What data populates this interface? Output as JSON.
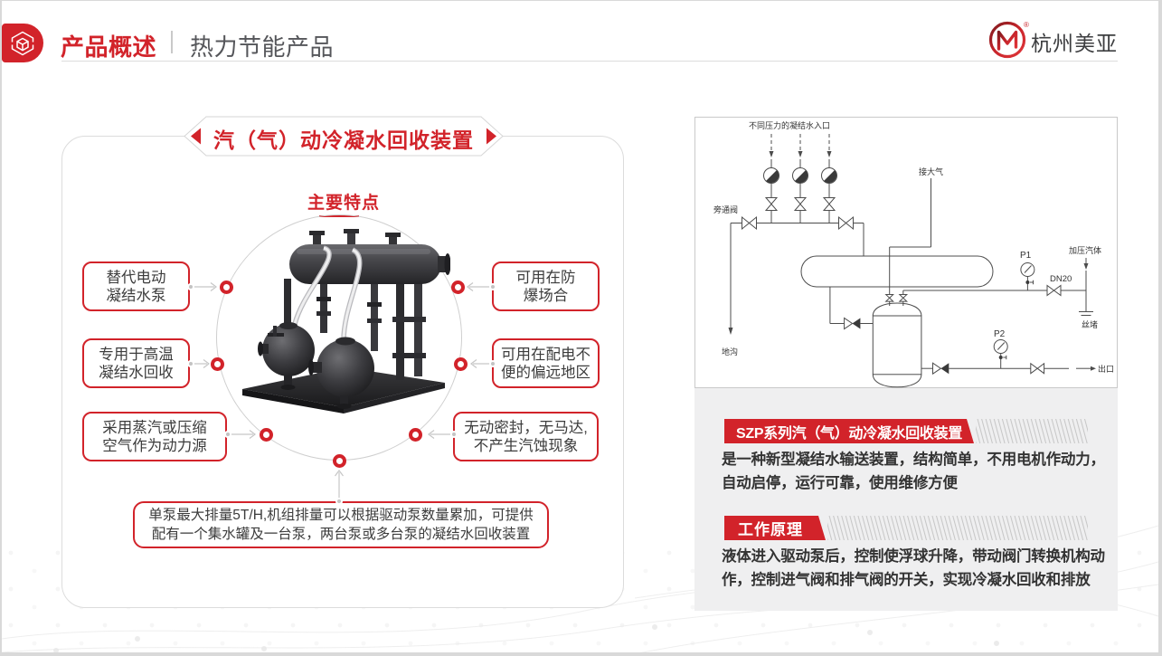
{
  "colors": {
    "accent_red": "#d2232a",
    "dark_text": "#333333",
    "gray_panel": "#efeff0"
  },
  "header": {
    "section_title": "产品概述",
    "subtitle": "热力节能产品",
    "logo_text": "杭州美亚",
    "registered_mark": "®"
  },
  "card": {
    "banner_title": "汽（气）动冷凝水回收装置",
    "subheading": "主要特点",
    "features_left": [
      {
        "lines": [
          "替代电动",
          "凝结水泵"
        ]
      },
      {
        "lines": [
          "专用于高温",
          "凝结水回收"
        ]
      },
      {
        "lines": [
          "采用蒸汽或压缩",
          "空气作为动力源"
        ]
      }
    ],
    "features_right": [
      {
        "lines": [
          "可用在防",
          "爆场合"
        ]
      },
      {
        "lines": [
          "可用在配电不",
          "便的偏远地区"
        ]
      },
      {
        "lines": [
          "无动密封，无马达,",
          "不产生汽蚀现象"
        ]
      }
    ],
    "feature_bottom": {
      "lines": [
        "单泵最大排量5T/H,机组排量可以根据驱动泵数量累加，可提供",
        "配有一个集水罐及一台泵，两台泵或多台泵的凝结水回收装置"
      ]
    }
  },
  "diagram": {
    "labels": {
      "inlet": "不同压力的凝结水入口",
      "bypass": "旁通阀",
      "drain": "地沟",
      "vent": "接大气",
      "p1": "P1",
      "p2": "P2",
      "dn20": "DN20",
      "steam": "加压汽体",
      "plug": "丝堵",
      "outlet": "出口"
    }
  },
  "info": {
    "section1": {
      "title": "SZP系列汽（气）动冷凝水回收装置",
      "lines": [
        "是一种新型凝结水输送装置，结构简单，不用电机作动力，",
        "自动启停，运行可靠，使用维修方便"
      ]
    },
    "section2": {
      "title": "工作原理",
      "lines": [
        "液体进入驱动泵后，控制使浮球升降，带动阀门转换机构动",
        "作，控制进气阀和排气阀的开关，实现冷凝水回收和排放"
      ]
    }
  }
}
